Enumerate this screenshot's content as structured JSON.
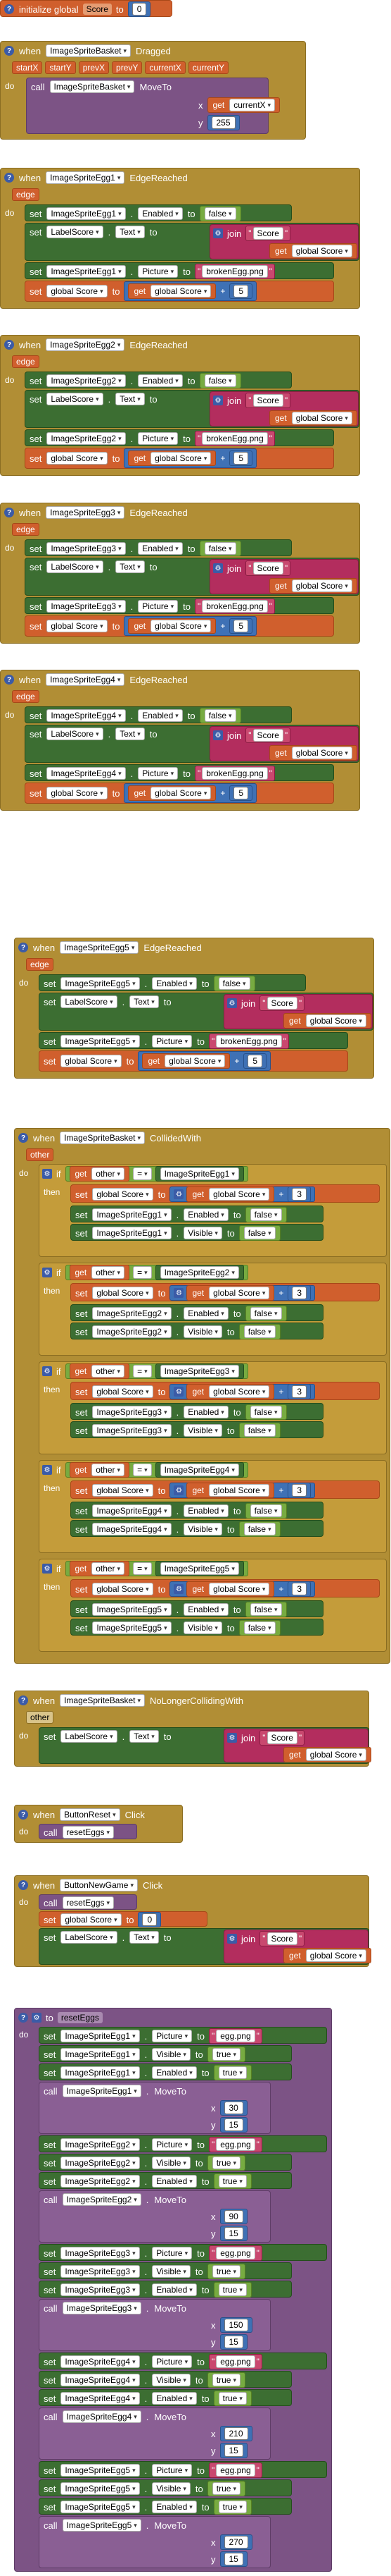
{
  "labels": {
    "initialize_global": "initialize global",
    "to": "to",
    "when": "when",
    "do": "do",
    "call": "call",
    "set": "set",
    "get": "get",
    "join": "join",
    "then": "then",
    "if": "if",
    "x": "x",
    "y": "y",
    "eq": "=",
    "plus": "+"
  },
  "init": {
    "var_name": "Score",
    "value": "0"
  },
  "dragged": {
    "component": "ImageSpriteBasket",
    "event": "Dragged",
    "params": [
      "startX",
      "startY",
      "prevX",
      "prevY",
      "currentX",
      "currentY"
    ],
    "call_component": "ImageSpriteBasket",
    "call_method": "MoveTo",
    "x_get": "currentX",
    "y_value": "255"
  },
  "edge_blocks": [
    {
      "component": "ImageSpriteEgg1",
      "event": "EdgeReached",
      "param": "edge",
      "enabled": "Enabled",
      "false": "false",
      "label": "LabelScore",
      "text": "Text",
      "score_text": "Score",
      "global_score": "global Score",
      "picture": "Picture",
      "broken": "brokenEgg.png",
      "points": "5"
    },
    {
      "component": "ImageSpriteEgg2",
      "event": "EdgeReached",
      "param": "edge",
      "enabled": "Enabled",
      "false": "false",
      "label": "LabelScore",
      "text": "Text",
      "score_text": "Score",
      "global_score": "global Score",
      "picture": "Picture",
      "broken": "brokenEgg.png",
      "points": "5"
    },
    {
      "component": "ImageSpriteEgg3",
      "event": "EdgeReached",
      "param": "edge",
      "enabled": "Enabled",
      "false": "false",
      "label": "LabelScore",
      "text": "Text",
      "score_text": "Score",
      "global_score": "global Score",
      "picture": "Picture",
      "broken": "brokenEgg.png",
      "points": "5"
    },
    {
      "component": "ImageSpriteEgg4",
      "event": "EdgeReached",
      "param": "edge",
      "enabled": "Enabled",
      "false": "false",
      "label": "LabelScore",
      "text": "Text",
      "score_text": "Score",
      "global_score": "global Score",
      "picture": "Picture",
      "broken": "brokenEgg.png",
      "points": "5"
    },
    {
      "component": "ImageSpriteEgg5",
      "event": "EdgeReached",
      "param": "edge",
      "enabled": "Enabled",
      "false": "false",
      "label": "LabelScore",
      "text": "Text",
      "score_text": "Score",
      "global_score": "global Score",
      "picture": "Picture",
      "broken": "brokenEgg.png",
      "points": "5"
    }
  ],
  "collided": {
    "component": "ImageSpriteBasket",
    "event": "CollidedWith",
    "param": "other",
    "branches": [
      {
        "egg": "ImageSpriteEgg1",
        "points": "3"
      },
      {
        "egg": "ImageSpriteEgg2",
        "points": "3"
      },
      {
        "egg": "ImageSpriteEgg3",
        "points": "3"
      },
      {
        "egg": "ImageSpriteEgg4",
        "points": "3"
      },
      {
        "egg": "ImageSpriteEgg5",
        "points": "3"
      }
    ],
    "get_other": "other",
    "global_score": "global Score",
    "enabled": "Enabled",
    "visible": "Visible",
    "false": "false"
  },
  "no_longer": {
    "component": "ImageSpriteBasket",
    "event": "NoLongerCollidingWith",
    "param": "other",
    "label": "LabelScore",
    "text": "Text",
    "score_text": "Score",
    "global_score": "global Score"
  },
  "button_reset": {
    "component": "ButtonReset",
    "event": "Click",
    "call": "resetEggs"
  },
  "button_new": {
    "component": "ButtonNewGame",
    "event": "Click",
    "call": "resetEggs",
    "global_score": "global Score",
    "zero": "0",
    "label": "LabelScore",
    "text": "Text",
    "score_text": "Score"
  },
  "reset_eggs": {
    "proc_name": "resetEggs",
    "picture": "Picture",
    "visible": "Visible",
    "enabled": "Enabled",
    "egg_png": "egg.png",
    "true": "true",
    "move_to": "MoveTo",
    "eggs": [
      {
        "name": "ImageSpriteEgg1",
        "x": "30",
        "y": "15"
      },
      {
        "name": "ImageSpriteEgg2",
        "x": "90",
        "y": "15"
      },
      {
        "name": "ImageSpriteEgg3",
        "x": "150",
        "y": "15"
      },
      {
        "name": "ImageSpriteEgg4",
        "x": "210",
        "y": "15"
      },
      {
        "name": "ImageSpriteEgg5",
        "x": "270",
        "y": "15"
      }
    ]
  },
  "colors": {
    "event": "#b18e35",
    "procedure": "#7c5385",
    "variable": "#d05f2d",
    "component": "#3c6e32",
    "logic": "#77ab41",
    "text": "#b32d5e",
    "math": "#3f71b5"
  }
}
